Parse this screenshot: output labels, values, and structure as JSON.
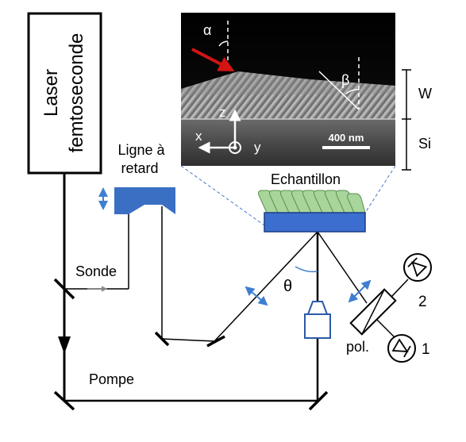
{
  "laser": {
    "line1": "Laser",
    "line2": "femtoseconde"
  },
  "delay_line": {
    "line1": "Ligne à",
    "line2": "retard"
  },
  "sample_label": "Echantillon",
  "probe_label": "Sonde",
  "pump_label": "Pompe",
  "theta_label": "θ",
  "polarizer_label": "pol.",
  "detector_1_label": "1",
  "detector_2_label": "2",
  "sem_inset": {
    "alpha_label": "α",
    "beta_label": "β",
    "axis_z": "z",
    "axis_x": "x",
    "axis_y": "y",
    "scale_bar": "400 nm",
    "layer_w": "W",
    "layer_si": "Si"
  },
  "colors": {
    "beam": "#000000",
    "optics_blue": "#3a6fc4",
    "arrow_blue": "#3f7fd0",
    "sample_substrate": "#3b6ecf",
    "nanocolumns": "#a8d59a",
    "incident_arrow": "#d21414",
    "dashed_guide": "#4a78c8"
  }
}
